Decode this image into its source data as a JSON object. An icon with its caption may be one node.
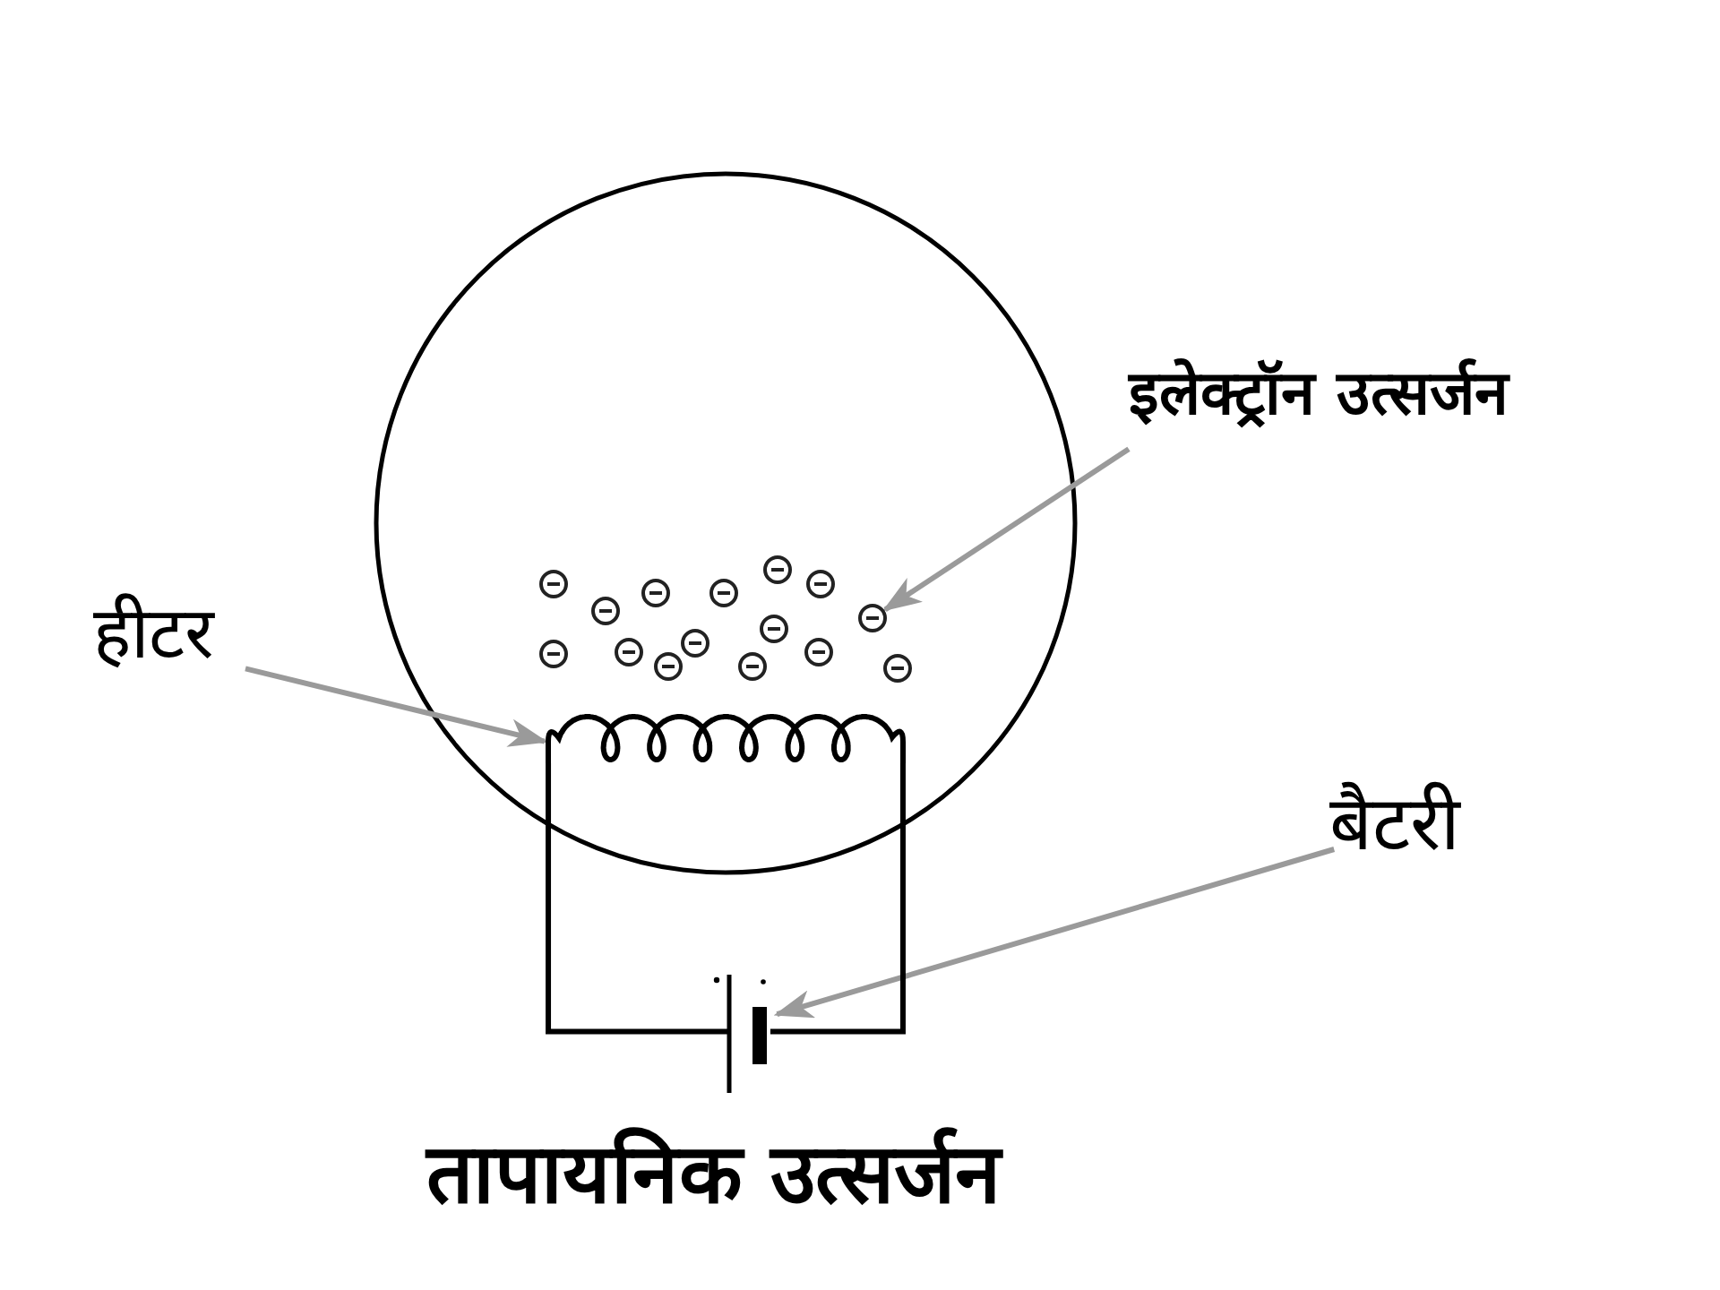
{
  "diagram": {
    "caption": "तापायनिक उत्सर्जन",
    "nodes": [
      {
        "text": [
          "हीटर"
        ]
      },
      {
        "text": [],
        "shape": "picture"
      },
      {
        "text": [
          "इलेक्ट्रॉन उत्सर्जन"
        ]
      },
      {
        "text": [],
        "shape": "circle"
      },
      {
        "text": [
          "बैटरी"
        ]
      },
      {
        "text": [],
        "shape": "picture"
      }
    ],
    "edges": [
      {
        "from": 0,
        "to": 1,
        "arrow": "to"
      },
      {
        "from": 2,
        "to": 3,
        "arrow": "to"
      },
      {
        "from": 4,
        "to": 5,
        "arrow": "to"
      },
      {
        "from": 1,
        "to": 5,
        "arrow": "none",
        "color": "#000000"
      },
      {
        "from": 1,
        "to": 5,
        "arrow": "none",
        "color": "#000000"
      }
    ]
  }
}
